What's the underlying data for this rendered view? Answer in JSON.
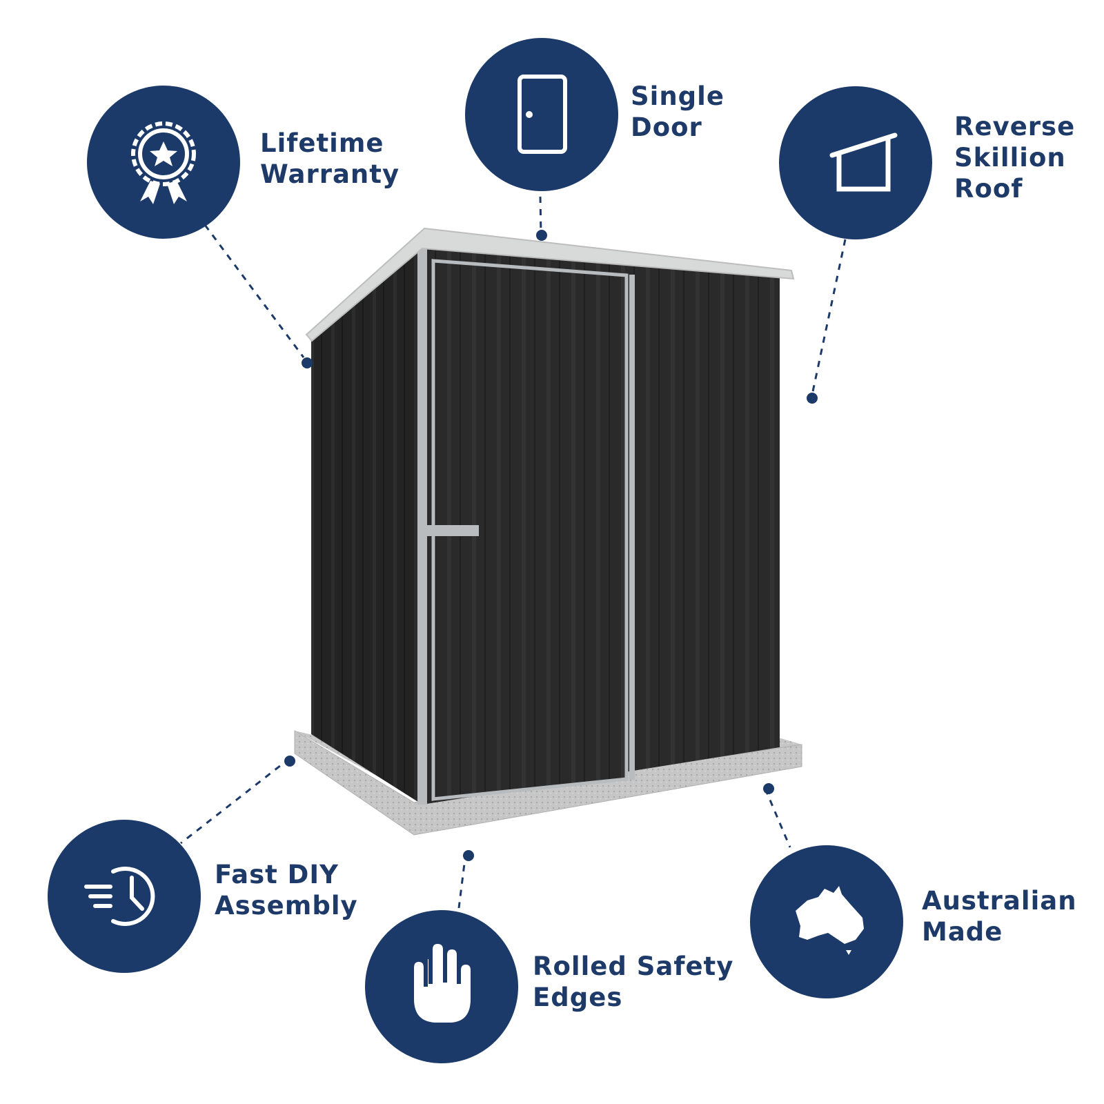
{
  "colors": {
    "badge": "#1b3a69",
    "text": "#1e3a68",
    "shed_panel": "#2b2b2b",
    "shed_trim": "#b9bcbe",
    "base": "#c4c4c4"
  },
  "features": [
    {
      "icon": "award-ribbon-icon",
      "line1": "Lifetime",
      "line2": "Warranty",
      "line3": ""
    },
    {
      "icon": "door-icon",
      "line1": "Single",
      "line2": "Door",
      "line3": ""
    },
    {
      "icon": "skillion-roof-icon",
      "line1": "Reverse",
      "line2": "Skillion",
      "line3": "Roof"
    },
    {
      "icon": "fast-clock-icon",
      "line1": "Fast DIY",
      "line2": "Assembly",
      "line3": ""
    },
    {
      "icon": "hand-icon",
      "line1": "Rolled Safety",
      "line2": "Edges",
      "line3": ""
    },
    {
      "icon": "australia-map-icon",
      "line1": "Australian",
      "line2": "Made",
      "line3": ""
    }
  ]
}
